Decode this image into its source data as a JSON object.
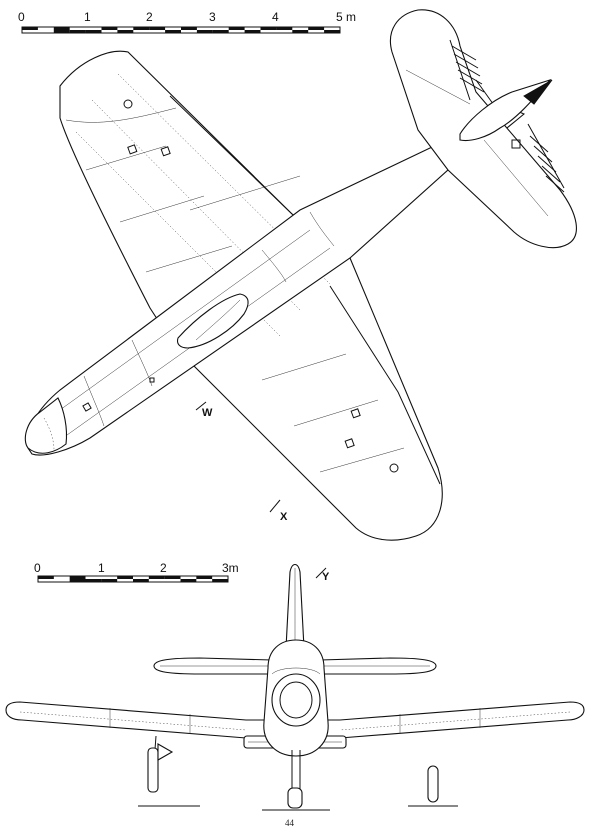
{
  "scale_top": {
    "labels": [
      "0",
      "1",
      "2",
      "3",
      "4",
      "5 m"
    ]
  },
  "scale_bottom": {
    "labels": [
      "0",
      "1",
      "2",
      "3m"
    ]
  },
  "section_marks": {
    "w": "W",
    "x": "X",
    "y": "Y"
  },
  "page_number": "44"
}
